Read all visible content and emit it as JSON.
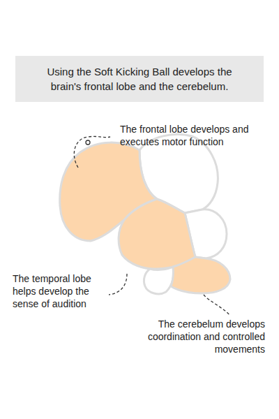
{
  "diagram": {
    "title": "Using the Soft Kicking Ball develops the brain's frontal lobe and the cerebelum.",
    "labels": [
      "The frontal lobe develops and executes motor function",
      "The temporal lobe helps develop the sense of audition",
      "The cerebelum develops coordination and controlled movements"
    ]
  }
}
